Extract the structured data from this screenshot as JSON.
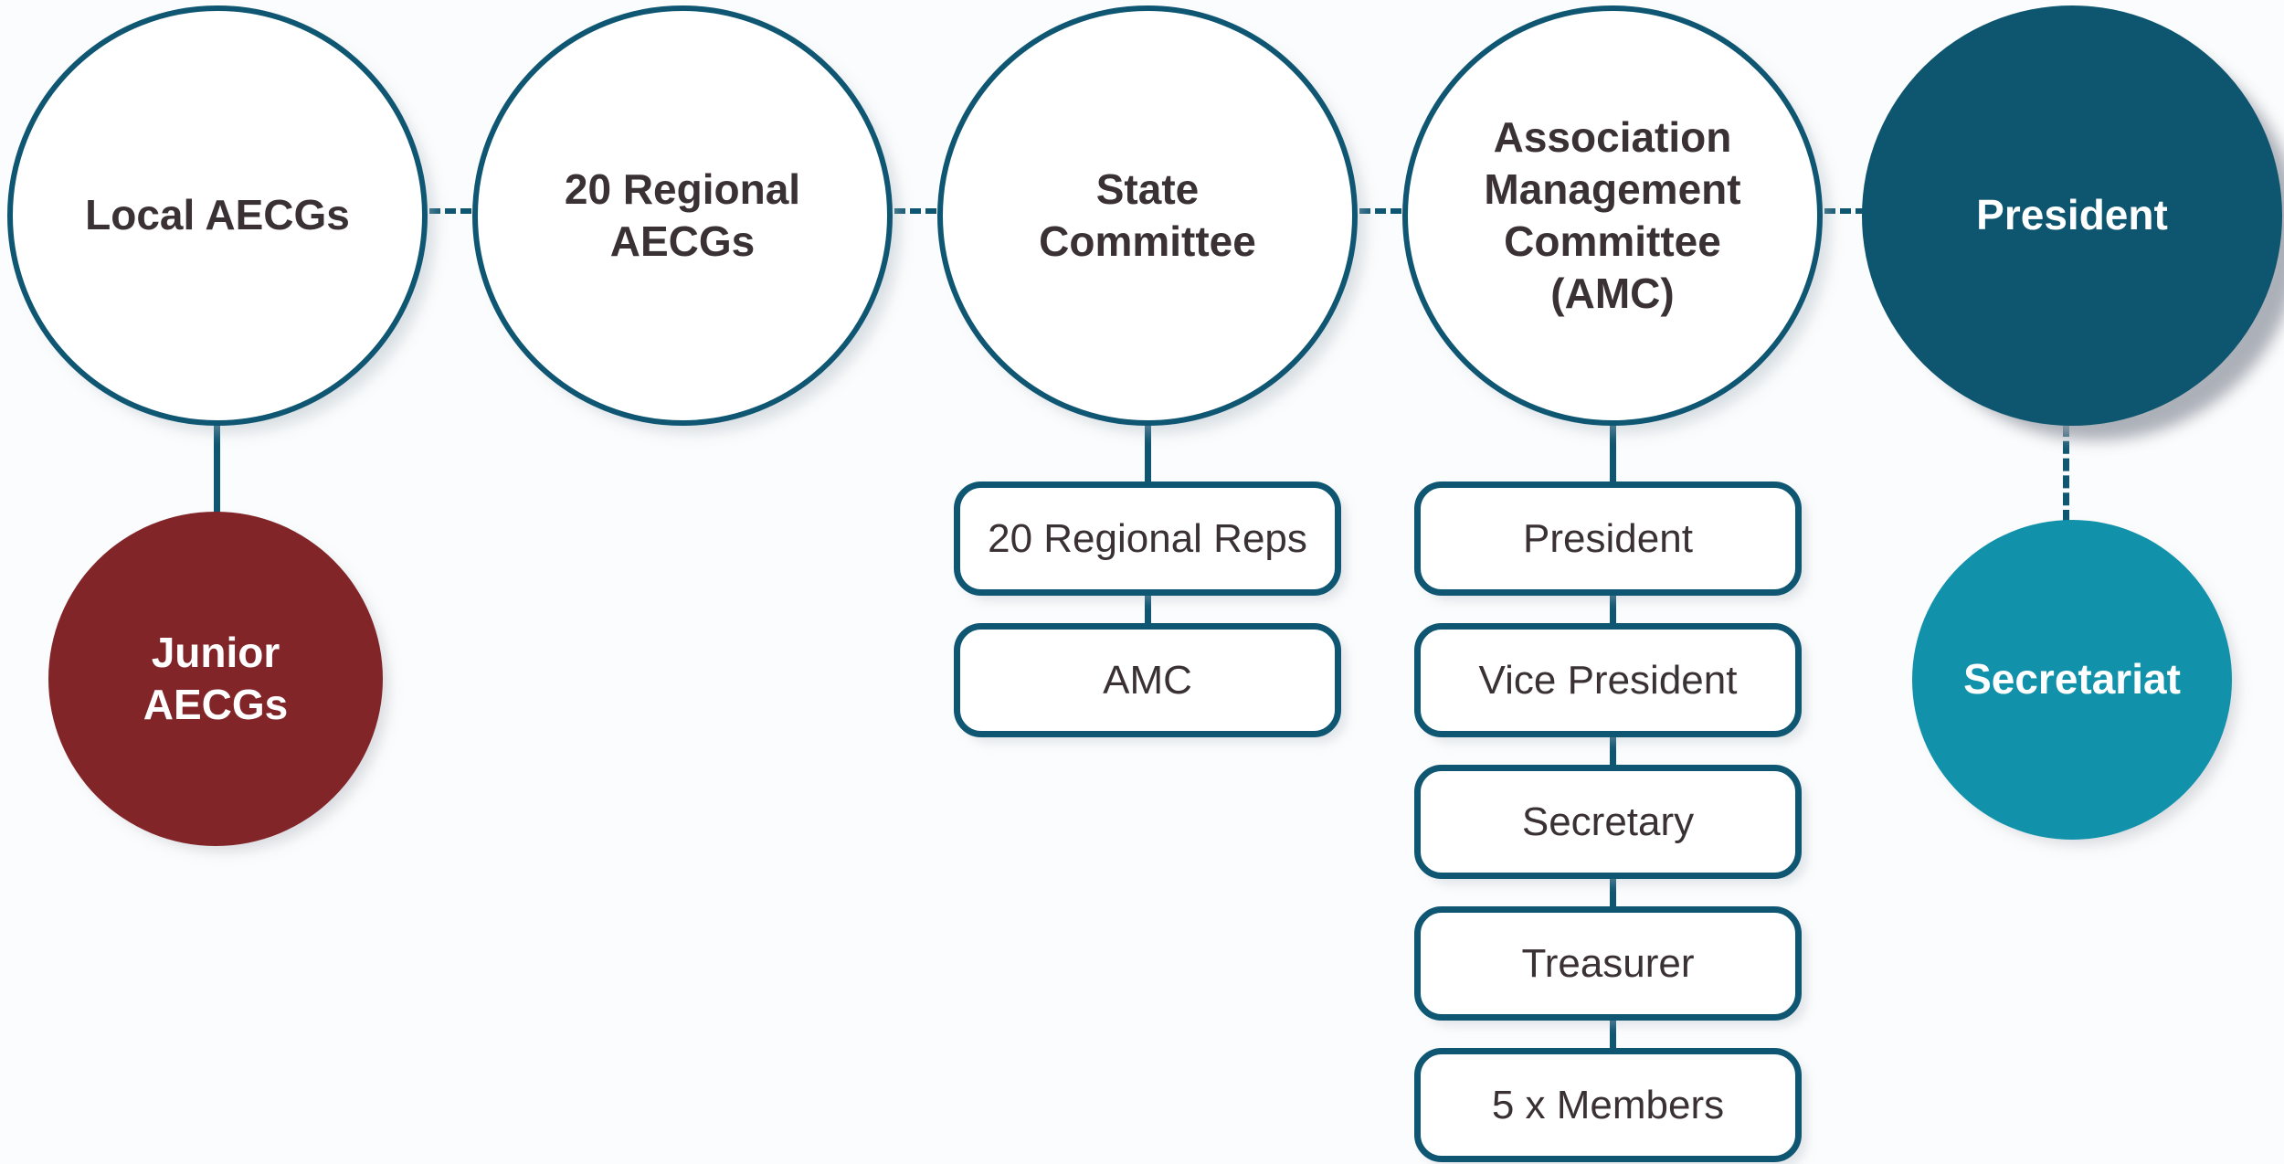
{
  "palette": {
    "outline_teal": "#0F5672",
    "president_fill": "#0E566F",
    "secretariat_fill": "#1291AB",
    "junior_fill": "#822529",
    "text_dark": "#3A3134",
    "text_light": "#FFFFFF",
    "background": "#FBFCFD"
  },
  "circles": {
    "local": {
      "label": "Local AECGs"
    },
    "regional": {
      "label": "20 Regional\nAECGs"
    },
    "state": {
      "label": "State\nCommittee"
    },
    "amc": {
      "label": "Association\nManagement\nCommittee\n(AMC)"
    },
    "president": {
      "label": "President"
    },
    "junior": {
      "label": "Junior AECGs"
    },
    "secretariat": {
      "label": "Secretariat"
    }
  },
  "state_children": [
    {
      "label": "20 Regional Reps"
    },
    {
      "label": "AMC"
    }
  ],
  "amc_children": [
    {
      "label": "President"
    },
    {
      "label": "Vice President"
    },
    {
      "label": "Secretary"
    },
    {
      "label": "Treasurer"
    },
    {
      "label": "5 x Members"
    }
  ],
  "connectors": {
    "between_top_circles": "dashed",
    "local_to_junior": "solid",
    "president_to_secretariat": "dotted",
    "column_links": "solid"
  }
}
